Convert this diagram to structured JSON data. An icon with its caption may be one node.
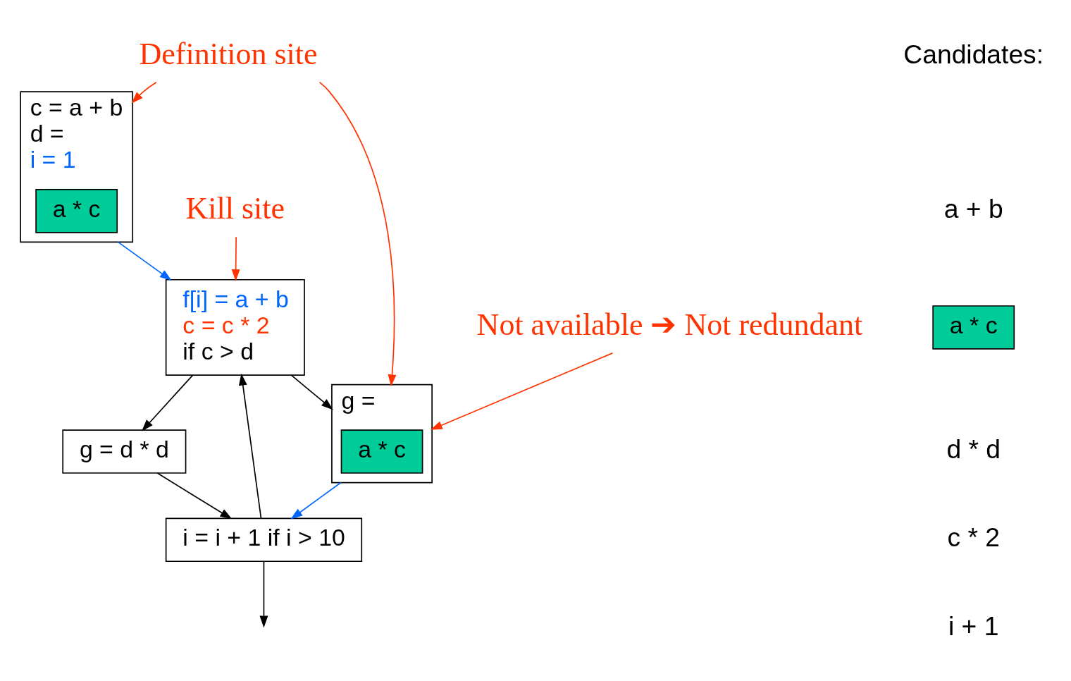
{
  "diagram": {
    "nodes": [
      {
        "text": [
          "Definition site"
        ]
      },
      {
        "text": [
          "c = a + b",
          "d =",
          "i = 1"
        ]
      },
      {
        "text": [
          "a * c"
        ],
        "in": 1
      },
      {
        "text": [
          "Kill site"
        ]
      },
      {
        "text": [
          "f[i] = a + b",
          "c = c * 2",
          "if c > d"
        ]
      },
      {
        "text": [
          "Not available ➔ Not redundant"
        ]
      },
      {
        "text": [
          "g ="
        ]
      },
      {
        "text": [
          "a * c"
        ],
        "in": 6
      },
      {
        "text": [
          "g = d * d"
        ]
      },
      {
        "text": [
          "i = i + 1 if i > 10"
        ]
      },
      {
        "text": [
          "a * c"
        ]
      }
    ],
    "edges": [
      {
        "from": 0,
        "to": 1,
        "arrow": "to",
        "color": "#ff3300"
      },
      {
        "from": 0,
        "to": 6,
        "arrow": "to",
        "color": "#ff3300"
      },
      {
        "from": 3,
        "to": 4,
        "arrow": "to",
        "color": "#ff3300"
      },
      {
        "from": 5,
        "to": 6,
        "arrow": "to",
        "color": "#ff3300"
      },
      {
        "from": 1,
        "to": 4,
        "arrow": "to",
        "color": "#0066ff"
      },
      {
        "from": 4,
        "to": 6,
        "arrow": "to"
      },
      {
        "from": 4,
        "to": 8,
        "arrow": "to"
      },
      {
        "from": 6,
        "to": 9,
        "arrow": "to",
        "color": "#0066ff"
      },
      {
        "from": 8,
        "to": 9,
        "arrow": "to"
      },
      {
        "from": 9,
        "to": 4,
        "arrow": "to"
      },
      {
        "from": 9,
        "to": null,
        "arrow": "to"
      }
    ],
    "labels": [
      "Candidates:",
      "a + b",
      "d * d",
      "c * 2",
      "i + 1"
    ]
  }
}
